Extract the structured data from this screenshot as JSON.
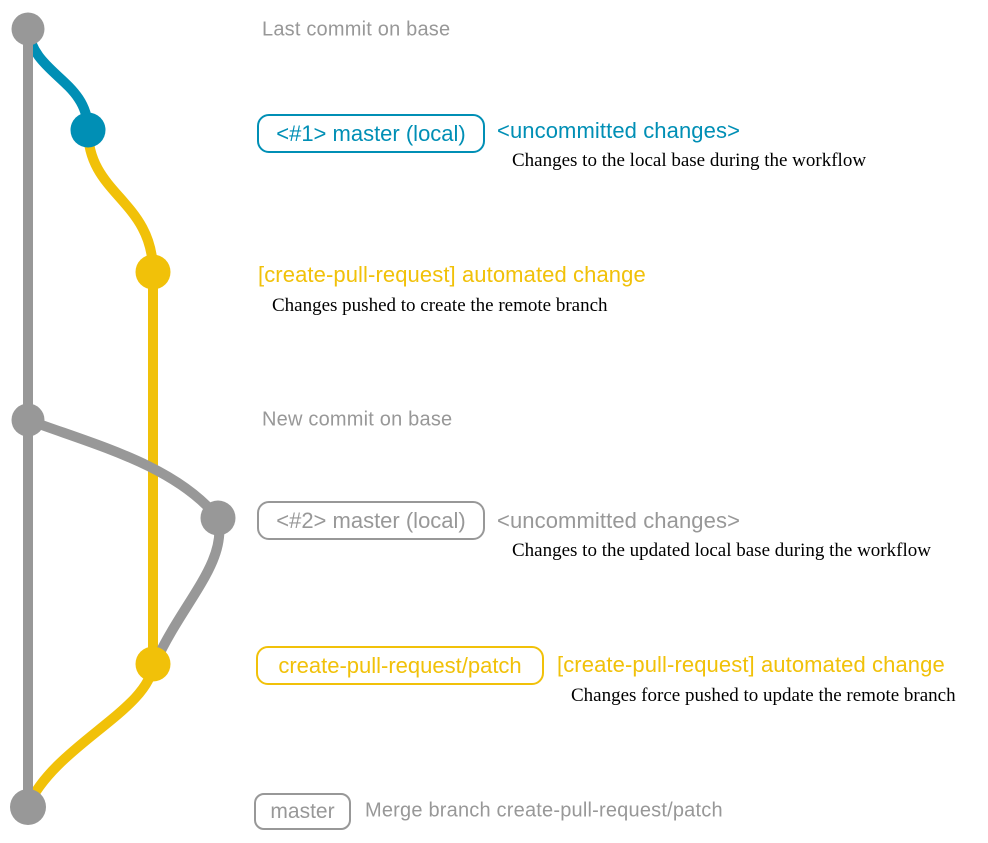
{
  "palette": {
    "base_gray": "#989898",
    "local_teal": "#008fb5",
    "patch_yellow": "#f1c109",
    "note_black": "#000000",
    "background": "#ffffff"
  },
  "graph": {
    "branches": [
      {
        "name": "base",
        "color": "#989898"
      },
      {
        "name": "master-local",
        "color": "#008fb5"
      },
      {
        "name": "create-pull-request-patch",
        "color": "#f1c109"
      }
    ],
    "nodes": [
      {
        "id": "last-commit-on-base",
        "color": "#989898"
      },
      {
        "id": "local-uncommitted-1",
        "color": "#008fb5"
      },
      {
        "id": "remote-patch-commit-1",
        "color": "#f1c109"
      },
      {
        "id": "new-commit-on-base",
        "color": "#989898"
      },
      {
        "id": "local-uncommitted-2",
        "color": "#989898"
      },
      {
        "id": "remote-patch-commit-2",
        "color": "#f1c109"
      },
      {
        "id": "merge-commit",
        "color": "#989898"
      }
    ]
  },
  "rows": {
    "last_commit": {
      "label": "Last commit on base"
    },
    "local_commit_1": {
      "badge": "<#1> master (local)",
      "title": "<uncommitted changes>",
      "desc": "Changes to the local base during the workflow"
    },
    "remote_push_1": {
      "title": "[create-pull-request] automated change",
      "desc": "Changes pushed to create the remote branch"
    },
    "new_commit": {
      "label": "New commit on base"
    },
    "local_commit_2": {
      "badge": "<#2> master (local)",
      "title": "<uncommitted changes>",
      "desc": "Changes to the updated local base during the workflow"
    },
    "remote_push_2": {
      "badge": "create-pull-request/patch",
      "title": "[create-pull-request] automated change",
      "desc": "Changes force pushed to update the remote branch"
    },
    "merge": {
      "badge": "master",
      "label": "Merge branch create-pull-request/patch"
    }
  }
}
